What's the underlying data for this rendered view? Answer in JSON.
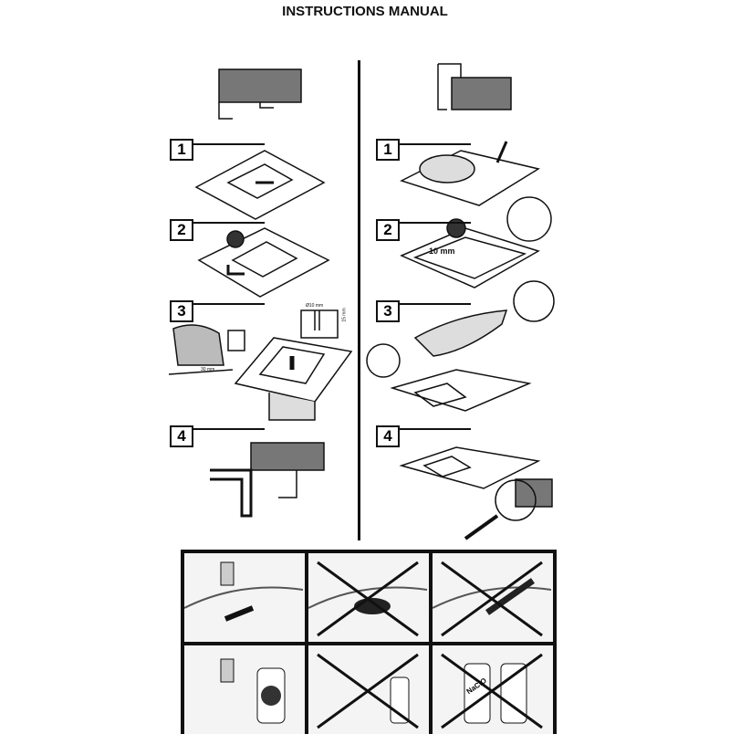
{
  "title": "INSTRUCTIONS MANUAL",
  "left_column": {
    "steps": [
      {
        "number": "1"
      },
      {
        "number": "2"
      },
      {
        "number": "3"
      },
      {
        "number": "4"
      }
    ],
    "dimensions": {
      "hole_diameter": "Ø10 mm",
      "hole_depth": "15 mm",
      "clearance": "30 mm"
    }
  },
  "right_column": {
    "steps": [
      {
        "number": "1"
      },
      {
        "number": "2"
      },
      {
        "number": "3"
      },
      {
        "number": "4"
      }
    ],
    "dimensions": {
      "edge_distance": "10 mm"
    }
  },
  "care_panel": {
    "bottle_label": "NaClO"
  }
}
